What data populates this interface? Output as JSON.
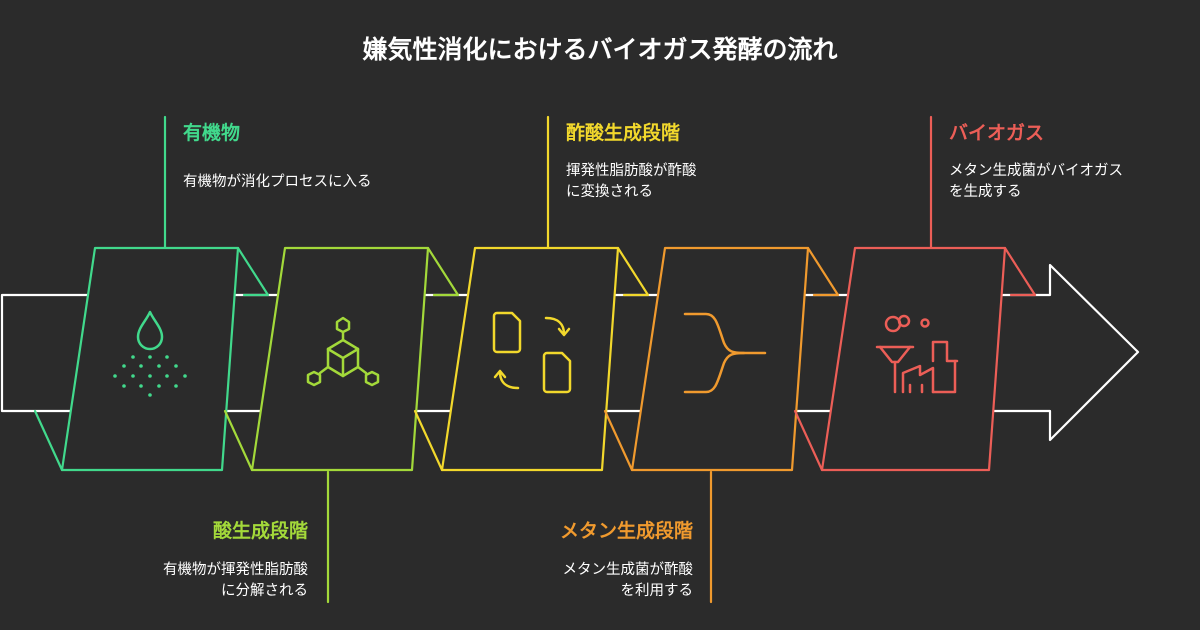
{
  "title": "嫌気性消化におけるバイオガス発酵の流れ",
  "colors": {
    "background": "#2b2b2b",
    "arrow": "#ffffff",
    "organic": "#41d98c",
    "acid": "#a3d93a",
    "acetic": "#f2d82c",
    "methane": "#f09a2e",
    "biogas": "#ec5e57"
  },
  "steps": [
    {
      "id": "organic",
      "title": "有機物",
      "description": "有機物が消化プロセスに入る",
      "icon": "droplet-spray-icon",
      "position": "top"
    },
    {
      "id": "acid",
      "title": "酸生成段階",
      "description": "有機物が揮発性脂肪酸\nに分解される",
      "icon": "molecule-cube-icon",
      "position": "bottom"
    },
    {
      "id": "acetic",
      "title": "酢酸生成段階",
      "description": "揮発性脂肪酸が酢酸\nに変換される",
      "icon": "document-convert-icon",
      "position": "top"
    },
    {
      "id": "methane",
      "title": "メタン生成段階",
      "description": "メタン生成菌が酢酸\nを利用する",
      "icon": "merge-arrow-icon",
      "position": "bottom"
    },
    {
      "id": "biogas",
      "title": "バイオガス",
      "description": "メタン生成菌がバイオガス\nを生成する",
      "icon": "factory-icon",
      "position": "top"
    }
  ]
}
